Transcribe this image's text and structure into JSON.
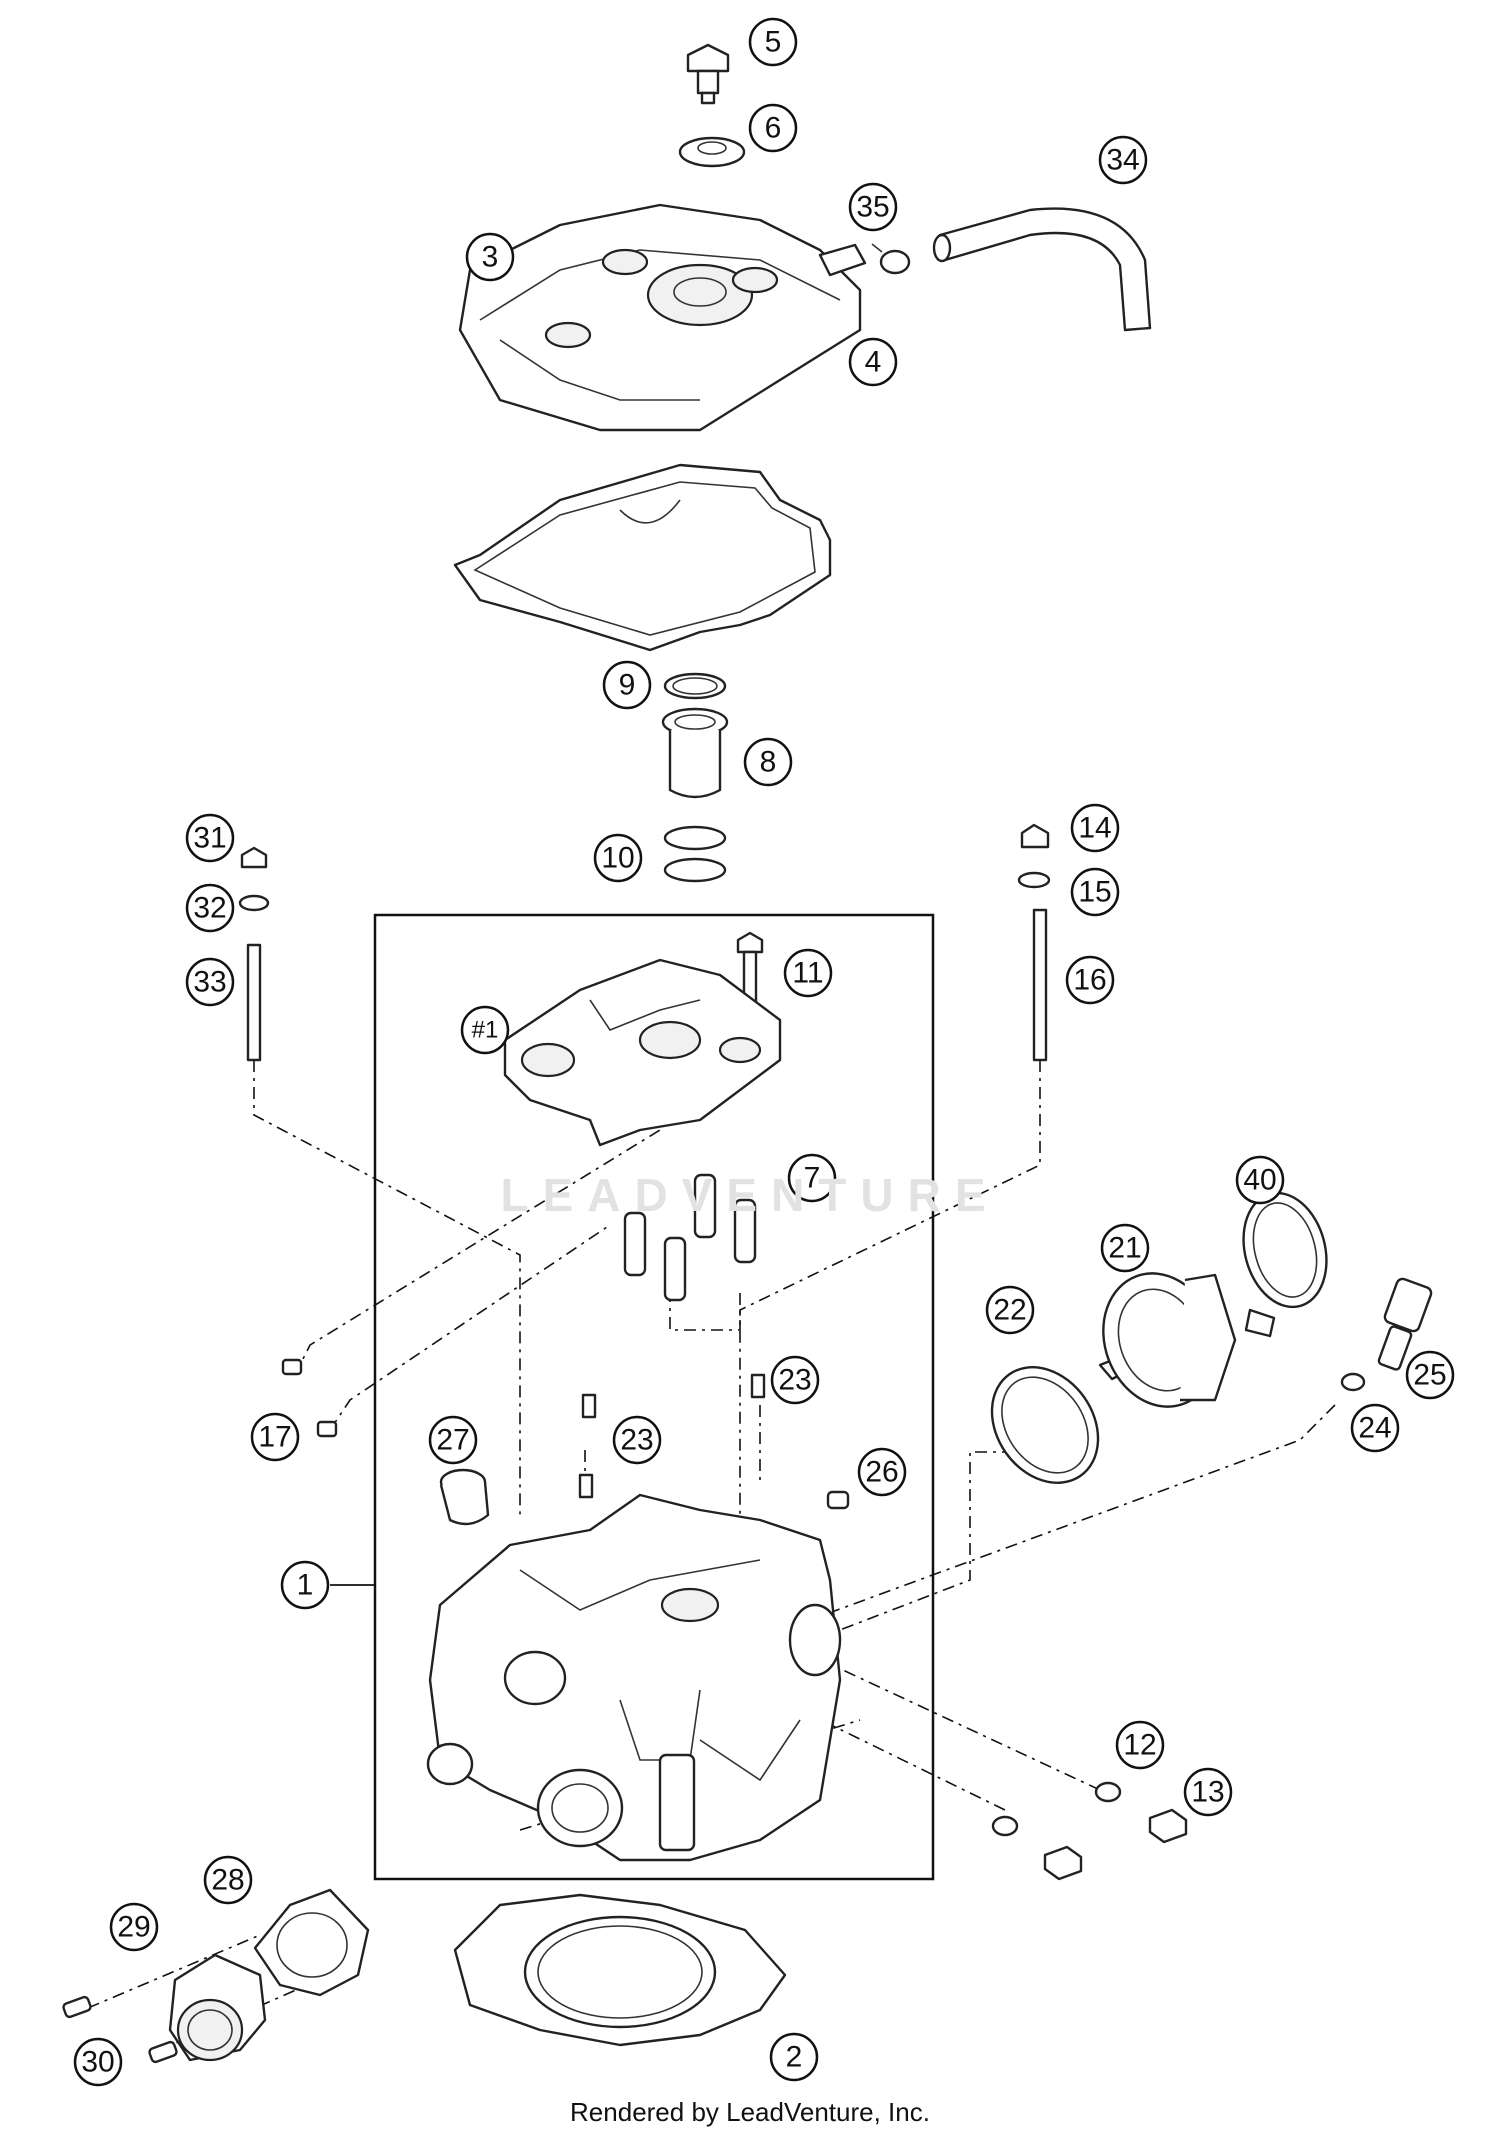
{
  "watermark": "LEADVENTURE",
  "footer": "Rendered by LeadVenture, Inc.",
  "callouts": [
    {
      "label": "5"
    },
    {
      "label": "6"
    },
    {
      "label": "34"
    },
    {
      "label": "35"
    },
    {
      "label": "3"
    },
    {
      "label": "4"
    },
    {
      "label": "9"
    },
    {
      "label": "8"
    },
    {
      "label": "10"
    },
    {
      "label": "31"
    },
    {
      "label": "32"
    },
    {
      "label": "33"
    },
    {
      "label": "14"
    },
    {
      "label": "15"
    },
    {
      "label": "16"
    },
    {
      "label": "11"
    },
    {
      "label": "#1"
    },
    {
      "label": "7"
    },
    {
      "label": "40"
    },
    {
      "label": "21"
    },
    {
      "label": "22"
    },
    {
      "label": "23"
    },
    {
      "label": "25"
    },
    {
      "label": "24"
    },
    {
      "label": "17"
    },
    {
      "label": "27"
    },
    {
      "label": "23"
    },
    {
      "label": "26"
    },
    {
      "label": "1"
    },
    {
      "label": "12"
    },
    {
      "label": "13"
    },
    {
      "label": "28"
    },
    {
      "label": "29"
    },
    {
      "label": "30"
    },
    {
      "label": "2"
    }
  ]
}
